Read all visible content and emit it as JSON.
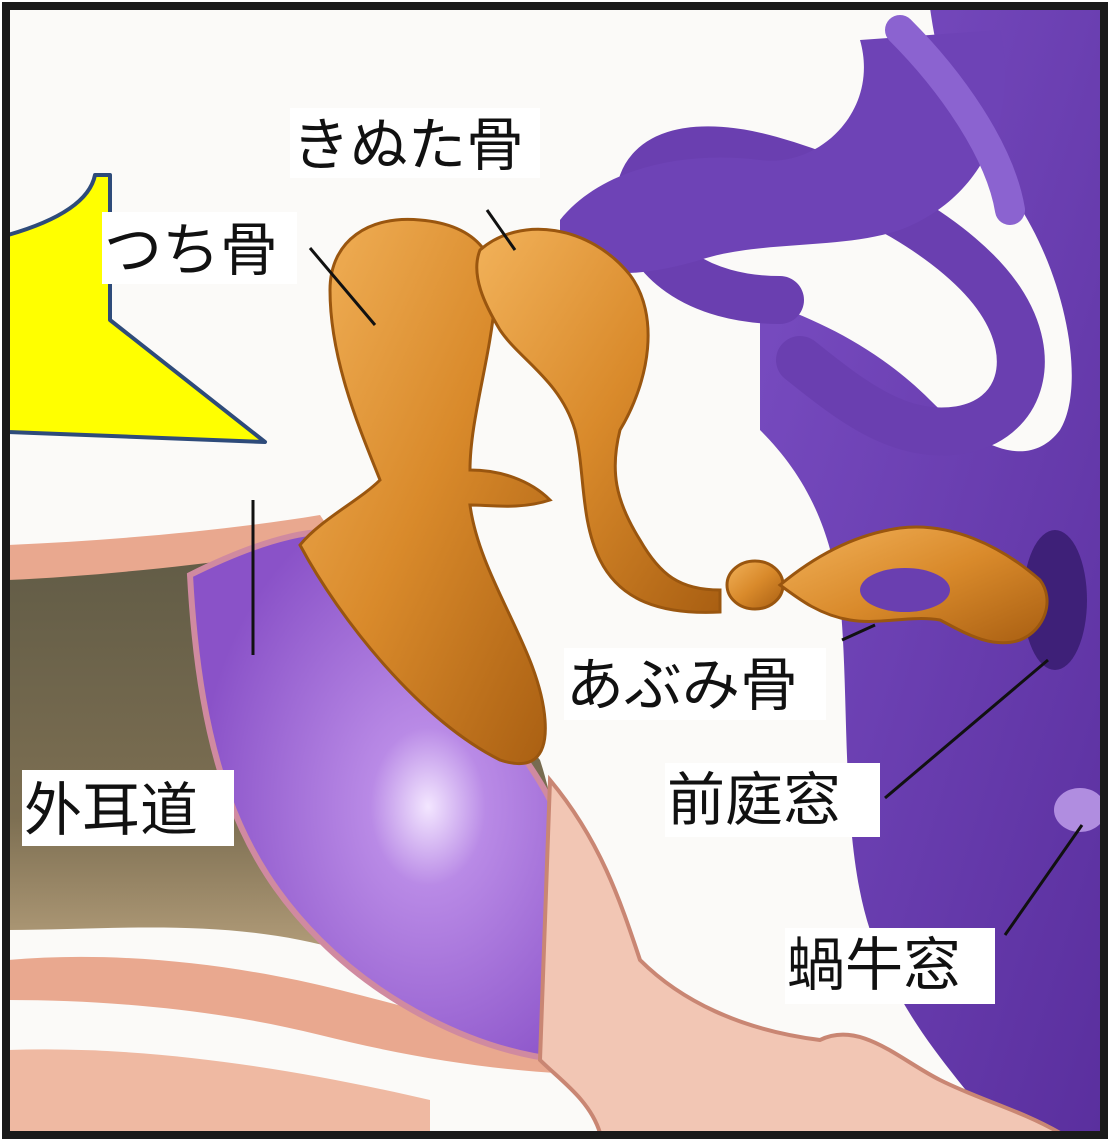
{
  "labels": {
    "incus": "きぬた骨",
    "malleus": "つち骨",
    "stapes": "あぶみ骨",
    "ear_canal": "外耳道",
    "oval_window": "前庭窓",
    "round_window": "蝸牛窓"
  },
  "colors": {
    "ossicles": "#d98a2b",
    "inner_ear": "#6a3fb0",
    "eardrum": "#a36fd6",
    "canal_wall": "#e9a88f",
    "canal_dark": "#6e6550",
    "callout": "#ffff00",
    "frame": "#1a1a1a"
  }
}
